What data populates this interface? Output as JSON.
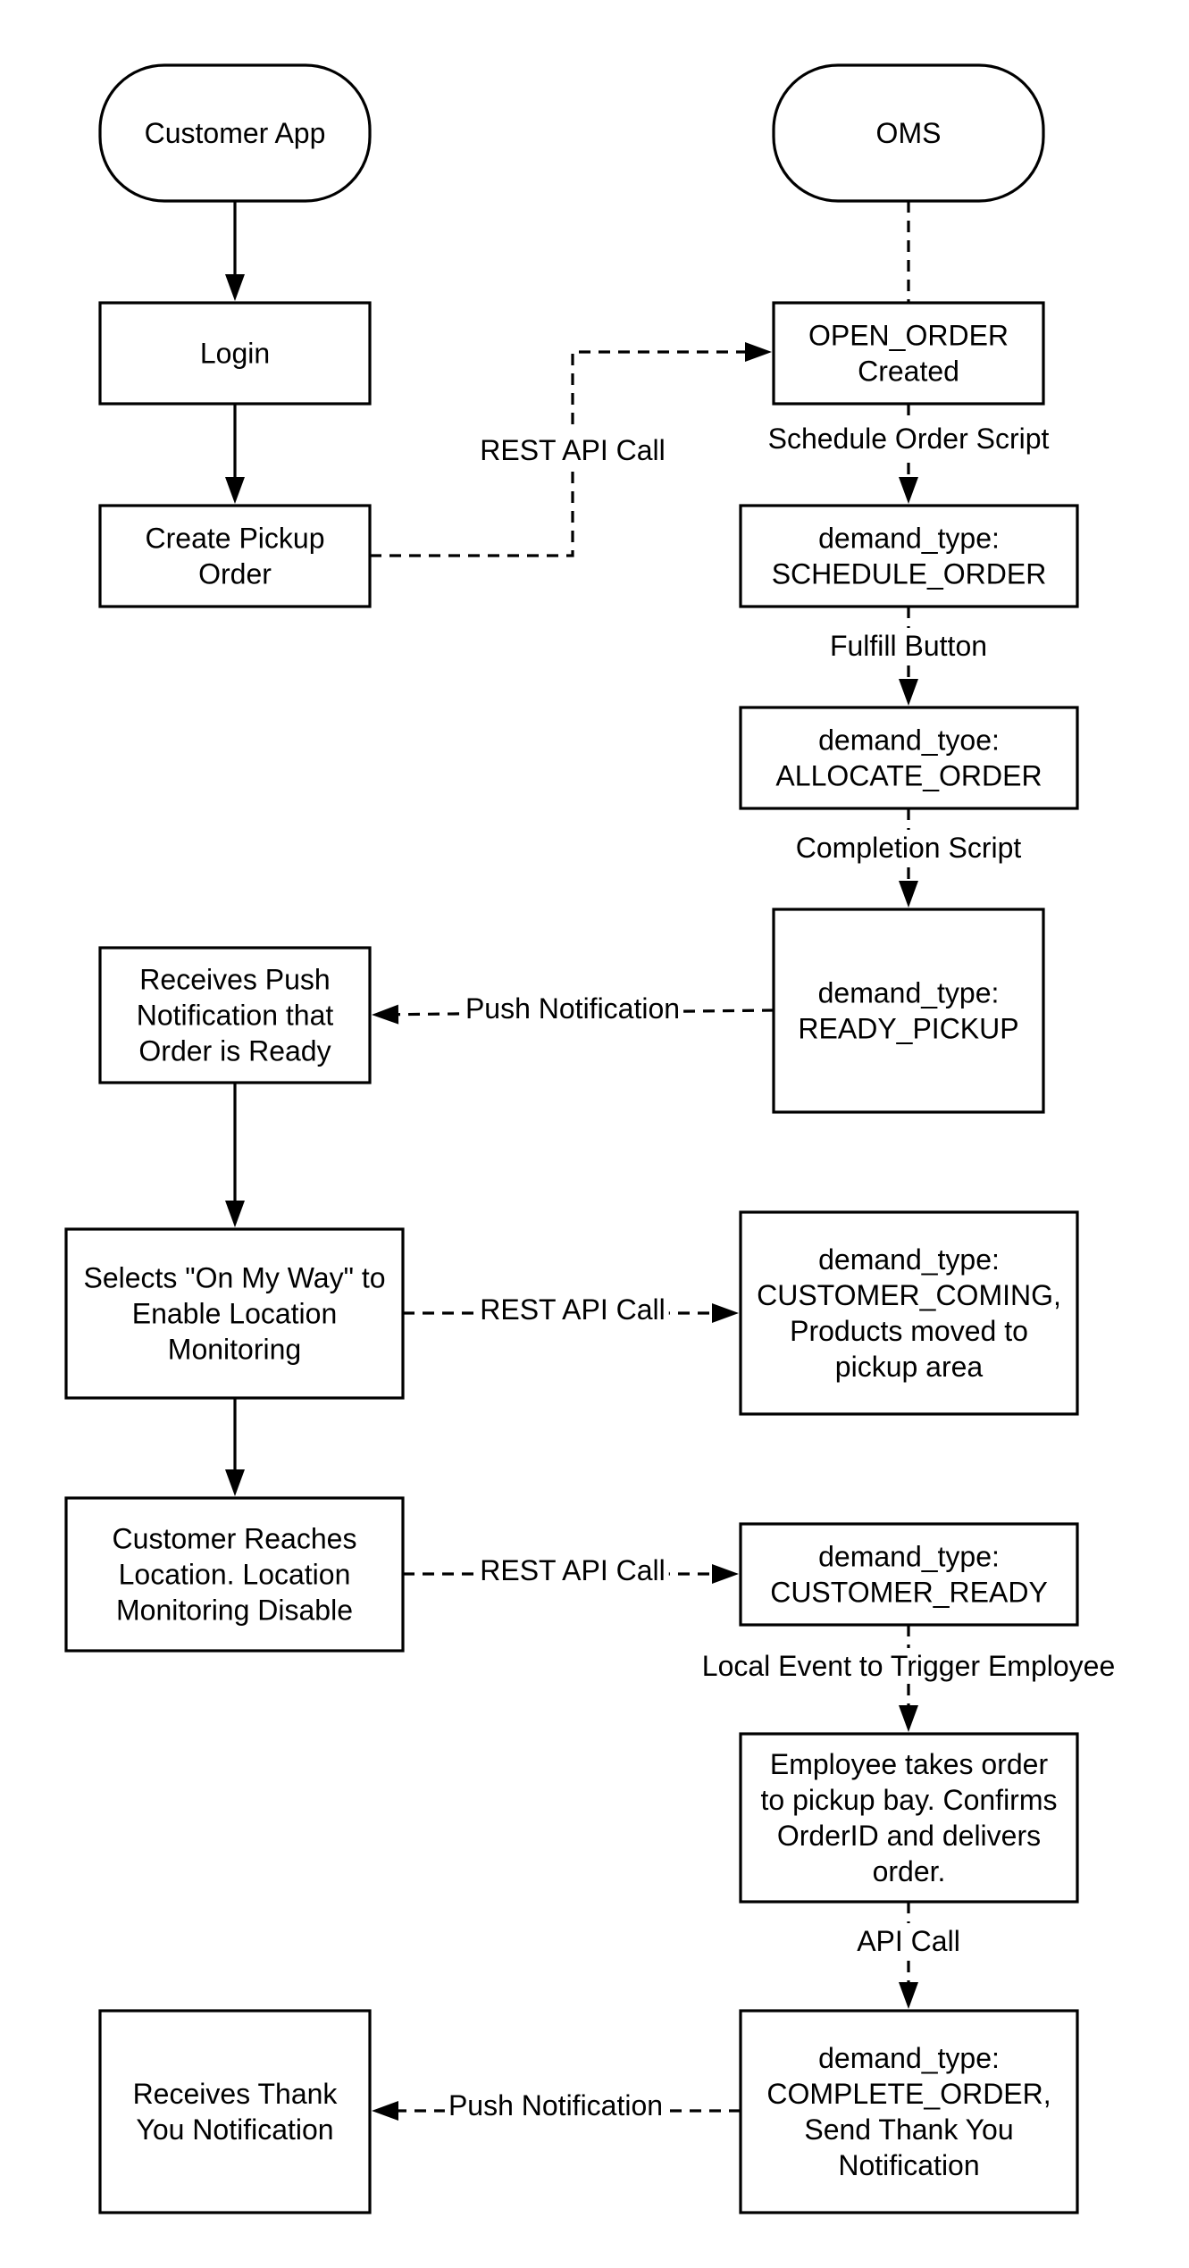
{
  "nodes": {
    "customer_app": {
      "lines": [
        "Customer App"
      ]
    },
    "oms": {
      "lines": [
        "OMS"
      ]
    },
    "login": {
      "lines": [
        "Login"
      ]
    },
    "open_order": {
      "lines": [
        "OPEN_ORDER",
        "Created"
      ]
    },
    "create_pickup": {
      "lines": [
        "Create Pickup",
        "Order"
      ]
    },
    "schedule_order": {
      "lines": [
        "demand_type:",
        "SCHEDULE_ORDER"
      ]
    },
    "allocate_order": {
      "lines": [
        "demand_tyoe:",
        "ALLOCATE_ORDER"
      ]
    },
    "receives_push": {
      "lines": [
        "Receives Push",
        "Notification that",
        "Order is Ready"
      ]
    },
    "ready_pickup": {
      "lines": [
        "demand_type:",
        "READY_PICKUP"
      ]
    },
    "selects_on_my_way": {
      "lines": [
        "Selects \"On My Way\" to",
        "Enable Location",
        "Monitoring"
      ]
    },
    "customer_coming": {
      "lines": [
        "demand_type:",
        "CUSTOMER_COMING,",
        "Products moved to",
        "pickup area"
      ]
    },
    "customer_reaches": {
      "lines": [
        "Customer Reaches",
        "Location. Location",
        "Monitoring Disable"
      ]
    },
    "customer_ready": {
      "lines": [
        "demand_type:",
        "CUSTOMER_READY"
      ]
    },
    "employee_takes": {
      "lines": [
        "Employee takes order",
        "to pickup bay. Confirms",
        "OrderID and delivers",
        "order."
      ]
    },
    "receives_thank_you": {
      "lines": [
        "Receives Thank",
        "You Notification"
      ]
    },
    "complete_order": {
      "lines": [
        "demand_type:",
        "COMPLETE_ORDER,",
        "Send Thank You",
        "Notification"
      ]
    }
  },
  "edges": {
    "rest_api_call_1": {
      "label": "REST API Call"
    },
    "schedule_order_script": {
      "label": "Schedule Order Script"
    },
    "fulfill_button": {
      "label": "Fulfill Button"
    },
    "completion_script": {
      "label": "Completion Script"
    },
    "push_notification_1": {
      "label": "Push Notification"
    },
    "rest_api_call_2": {
      "label": "REST API Call"
    },
    "rest_api_call_3": {
      "label": "REST API Call"
    },
    "local_event": {
      "label": "Local Event to Trigger Employee"
    },
    "api_call": {
      "label": "API Call"
    },
    "push_notification_2": {
      "label": "Push Notification"
    }
  }
}
